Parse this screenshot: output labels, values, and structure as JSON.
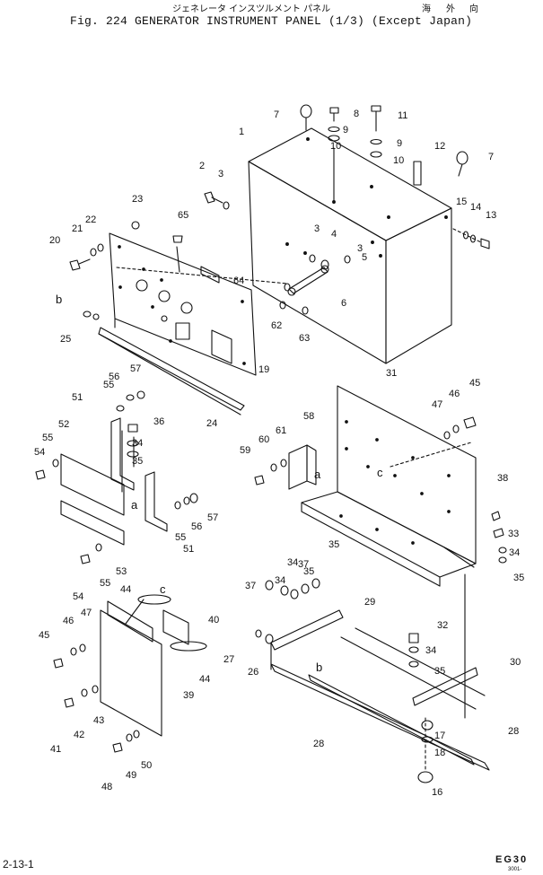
{
  "header": {
    "jp_title": "ジェネレータ インスツルメント パネル",
    "jp_region_1": "海",
    "jp_region_2": "外",
    "jp_region_3": "向",
    "figure_title": "Fig. 224  GENERATOR INSTRUMENT PANEL (1/3) (Except Japan)"
  },
  "footer": {
    "page_number": "2-13-1",
    "code": "EG30",
    "code_sub": "3001-"
  },
  "diagram": {
    "callouts": [
      {
        "label": "1"
      },
      {
        "label": "2"
      },
      {
        "label": "3"
      },
      {
        "label": "3"
      },
      {
        "label": "3"
      },
      {
        "label": "4"
      },
      {
        "label": "5"
      },
      {
        "label": "6"
      },
      {
        "label": "7"
      },
      {
        "label": "7"
      },
      {
        "label": "8"
      },
      {
        "label": "9"
      },
      {
        "label": "9"
      },
      {
        "label": "10"
      },
      {
        "label": "10"
      },
      {
        "label": "11"
      },
      {
        "label": "12"
      },
      {
        "label": "13"
      },
      {
        "label": "14"
      },
      {
        "label": "15"
      },
      {
        "label": "16"
      },
      {
        "label": "17"
      },
      {
        "label": "18"
      },
      {
        "label": "19"
      },
      {
        "label": "20"
      },
      {
        "label": "21"
      },
      {
        "label": "22"
      },
      {
        "label": "23"
      },
      {
        "label": "24"
      },
      {
        "label": "25"
      },
      {
        "label": "26"
      },
      {
        "label": "27"
      },
      {
        "label": "28"
      },
      {
        "label": "28"
      },
      {
        "label": "29"
      },
      {
        "label": "30"
      },
      {
        "label": "31"
      },
      {
        "label": "32"
      },
      {
        "label": "33"
      },
      {
        "label": "34"
      },
      {
        "label": "34"
      },
      {
        "label": "34"
      },
      {
        "label": "34"
      },
      {
        "label": "34"
      },
      {
        "label": "35"
      },
      {
        "label": "35"
      },
      {
        "label": "35"
      },
      {
        "label": "35"
      },
      {
        "label": "35"
      },
      {
        "label": "36"
      },
      {
        "label": "37"
      },
      {
        "label": "37"
      },
      {
        "label": "38"
      },
      {
        "label": "39"
      },
      {
        "label": "40"
      },
      {
        "label": "41"
      },
      {
        "label": "42"
      },
      {
        "label": "43"
      },
      {
        "label": "44"
      },
      {
        "label": "44"
      },
      {
        "label": "45"
      },
      {
        "label": "45"
      },
      {
        "label": "46"
      },
      {
        "label": "46"
      },
      {
        "label": "47"
      },
      {
        "label": "47"
      },
      {
        "label": "48"
      },
      {
        "label": "49"
      },
      {
        "label": "50"
      },
      {
        "label": "51"
      },
      {
        "label": "51"
      },
      {
        "label": "52"
      },
      {
        "label": "53"
      },
      {
        "label": "54"
      },
      {
        "label": "54"
      },
      {
        "label": "55"
      },
      {
        "label": "55"
      },
      {
        "label": "55"
      },
      {
        "label": "55"
      },
      {
        "label": "56"
      },
      {
        "label": "56"
      },
      {
        "label": "57"
      },
      {
        "label": "57"
      },
      {
        "label": "58"
      },
      {
        "label": "59"
      },
      {
        "label": "60"
      },
      {
        "label": "61"
      },
      {
        "label": "62"
      },
      {
        "label": "63"
      },
      {
        "label": "64"
      },
      {
        "label": "65"
      }
    ],
    "reference_letters": [
      {
        "label": "a"
      },
      {
        "label": "a"
      },
      {
        "label": "b"
      },
      {
        "label": "b"
      },
      {
        "label": "c"
      },
      {
        "label": "c"
      }
    ]
  }
}
